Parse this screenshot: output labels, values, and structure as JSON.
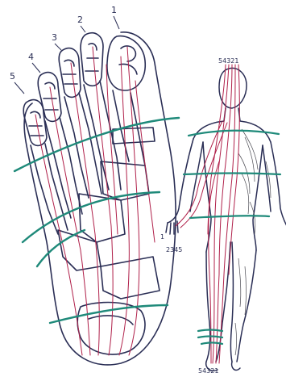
{
  "colors": {
    "outline": "#2a2e55",
    "meridian": "#b0204a",
    "band": "#1f8a7a",
    "shading": "#4a4a52",
    "background": "#ffffff"
  },
  "foot": {
    "toe_labels": [
      "1",
      "2",
      "3",
      "4",
      "5"
    ]
  },
  "figure": {
    "top_label": "54321",
    "hand_label_1": "1",
    "hand_label_2": "2345",
    "bottom_label": "54321"
  }
}
